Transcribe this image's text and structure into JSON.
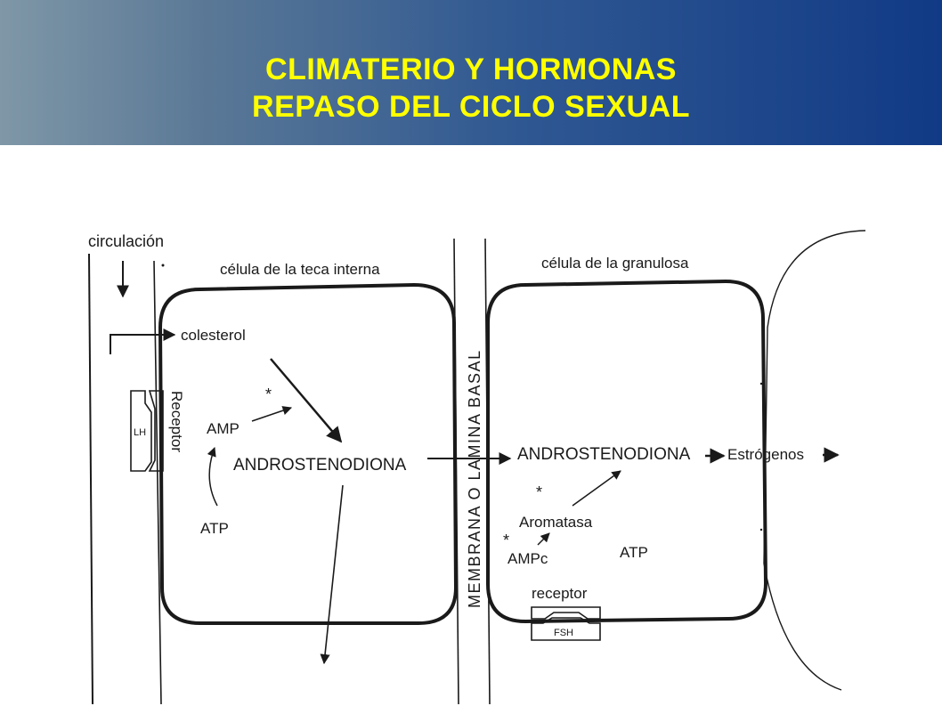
{
  "slide": {
    "title_line1": "CLIMATERIO Y HORMONAS",
    "title_line2": "REPASO DEL CICLO SEXUAL"
  },
  "diagram": {
    "label_circulation": "circulación",
    "label_theca_cell": "célula de la teca interna",
    "label_granulosa_cell": "célula de la granulosa",
    "label_cholesterol": "colesterol",
    "label_amp": "AMP",
    "label_atp_theca": "ATP",
    "label_androstenedione_theca": "ANDROSTENODIONA",
    "label_lh": "LH",
    "label_receptor_theca": "Receptor",
    "label_membrane": "MEMBRANA O LAMINA BASAL",
    "label_androstenedione_granulosa": "ANDROSTENODIONA",
    "label_estrogens": "Estrógenos",
    "label_aromatase": "Aromatasa",
    "label_ampc": "AMPc",
    "label_atp_granulosa": "ATP",
    "label_receptor_granulosa": "receptor",
    "label_fsh": "FSH",
    "asterisk": "*"
  },
  "colors": {
    "title_text": "#ffff00",
    "header_dark": "#113a86",
    "header_light": "#7f97a7",
    "line": "#1a1a1a"
  }
}
